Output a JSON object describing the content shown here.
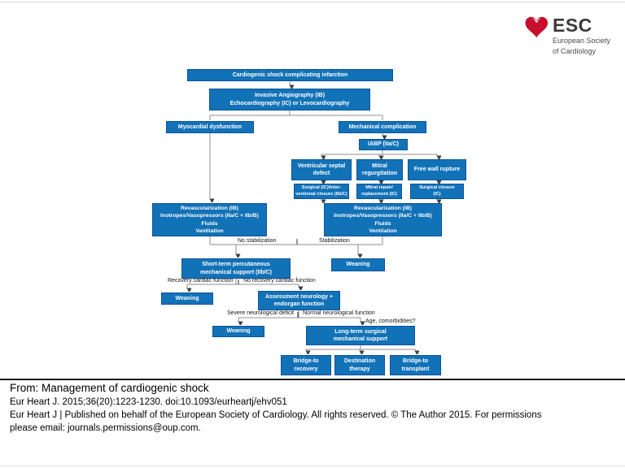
{
  "logo": {
    "heart_icon": "heart",
    "abbr": "ESC",
    "tagline_line1": "European Society",
    "tagline_line2": "of Cardiology"
  },
  "flowchart": {
    "nodes": {
      "cardiogenic_shock": "Cardiogenic shock complicating infarction",
      "invasive_angiography": "Invasive Angiography (IB)\nEchocardiography (IC) or Levocardiography",
      "myocardial_dysfunction": "Myocardial dysfunction",
      "mechanical_complication": "Mechanical complication",
      "iabp": "IABP (IIa/C)",
      "ventricular_septal_defect": "Ventricular septal\ndefect",
      "mitral_regurgitation": "Mitral\nregurgitation",
      "free_wall_rupture": "Free wall rupture",
      "surgical_interventional_closure": "Surgical (IC)/Inter-\nventional closure (IIb/C)",
      "mitral_repair_replacement": "Mitral repair/\nreplacement (IC)",
      "surgical_closure": "Surgical closure\n(IC)",
      "revascularization_left": "Revascularization (IB)\nInotropes/Vasopressors (IIa/C + IIb/B)\nFluids\nVentilation",
      "revascularization_right": "Revascularization (IB)\nInotropes/Vasopressors (IIa/C + IIb/B)\nFluids\nVentilation",
      "short_term_support": "Short-term percutaneous\nmechanical support (IIb/C)",
      "weaning_after_stabilization": "Weaning",
      "weaning_after_recovery": "Weaning",
      "assessment_neurology": "Assessment neurology +\nendorgan function",
      "weaning_severe_deficit": "Weaning",
      "long_term_support": "Long-term surgical\nmechanical support",
      "bridge_to_recovery": "Bridge-to\nrecovery",
      "destination_therapy": "Destination\ntherapy",
      "bridge_to_transplant": "Bridge-to\ntransplant"
    },
    "edge_labels": {
      "no_stabilization": "No stabilization",
      "stabilization": "Stabilization",
      "recovery_cardiac": "Recovery cardiac function",
      "no_recovery_cardiac": "No recovery cardiac function",
      "severe_neuro": "Severe neurological deficit",
      "normal_neuro": "Normal neurological function",
      "age_comorbidities": "Age, comorbidities?"
    },
    "colors": {
      "node_fill": "#1272b8",
      "node_border": "#0b549b",
      "node_text": "#ffffff",
      "connector": "#8f8f8f",
      "logo_heart": "#c8102e"
    }
  },
  "caption": {
    "from_line": "From: Management of cardiogenic shock",
    "citation_line": "Eur Heart J. 2015;36(20):1223-1230. doi:10.1093/eurheartj/ehv051",
    "rights_line1": "Eur Heart J | Published on behalf of the European Society of Cardiology. All rights reserved. © The Author 2015. For permissions",
    "rights_line2": "please email: journals.permissions@oup.com."
  }
}
